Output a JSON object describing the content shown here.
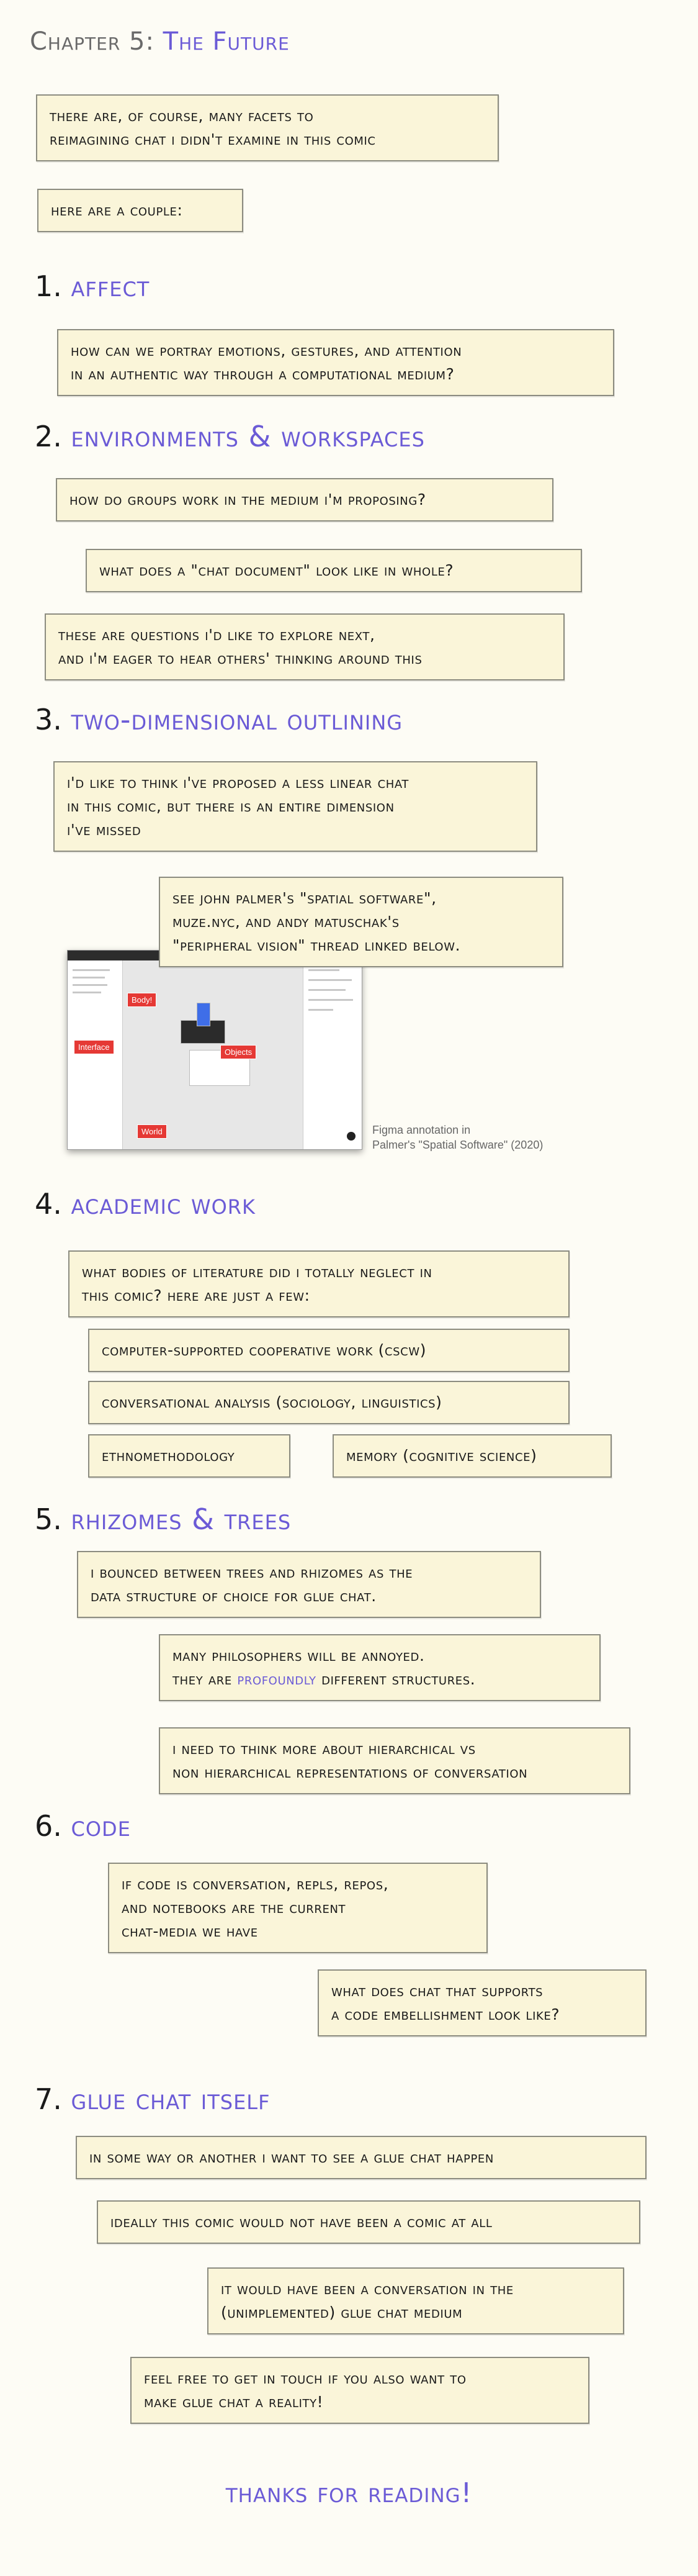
{
  "chapter": {
    "prefix": "Chapter 5:",
    "name": "The Future"
  },
  "intro": [
    "there are, of course, many facets to\nreimagining chat I didn't examine in this comic",
    "here are a couple:"
  ],
  "sections": [
    {
      "num": "1.",
      "name": "affect"
    },
    {
      "num": "2.",
      "name": "environments & workspaces"
    },
    {
      "num": "3.",
      "name": "two-dimensional outlining"
    },
    {
      "num": "4.",
      "name": "academic work"
    },
    {
      "num": "5.",
      "name": "rhizomes & trees"
    },
    {
      "num": "6.",
      "name": "code"
    },
    {
      "num": "7.",
      "name": "glue chat itself"
    }
  ],
  "affect": [
    "how can we portray emotions, gestures, and attention\nin an authentic way through a computational medium?"
  ],
  "environments": [
    "how do groups work in the medium I'm proposing?",
    "what does a \"chat document\" look like in whole?",
    "these are questions I'd like to explore next,\nand I'm eager to hear others' thinking around this"
  ],
  "outlining": [
    "I'd like to think I've proposed a less linear chat\nin this comic, but there is an entire dimension\nI've missed",
    "see John Palmer's \"spatial software\",\nmuze.nyc, and Andy Matuschak's\n\"peripheral vision\" thread linked below."
  ],
  "figure": {
    "tags": [
      "Body!",
      "Interface",
      "Objects",
      "World"
    ],
    "caption": "Figma annotation in\nPalmer's \"Spatial Software\" (2020)"
  },
  "academic": [
    "what bodies of literature did I totally neglect in\nthis comic? here are just a few:",
    "Computer-supported cooperative work (CSCW)",
    "Conversational analysis (sociology, linguistics)",
    "ethnomethodology",
    "Memory (cognitive science)"
  ],
  "rhizomes": {
    "b1": "I bounced between trees and rhizomes as the\ndata structure of choice for glue chat.",
    "b2_pre": "many philosophers will be annoyed.\nthey are ",
    "b2_hl": "profoundly",
    "b2_post": " different structures.",
    "b3": "I need to think more about hierarchical vs\nnon hierarchical representations of conversation"
  },
  "code": [
    "if code is conversation, REPLs, repos,\nand notebooks are the current\nchat-media we have",
    "what does chat that supports\na code embellishment look like?"
  ],
  "glue": [
    "in some way or another I want to see a glue chat happen",
    "ideally this comic would not have been a comic at all",
    "it would have been a conversation in the\n(unimplemented) glue chat medium",
    "feel free to get in touch if you also want to\nmake glue chat a reality!"
  ],
  "thanks": "thanks for reading!",
  "colors": {
    "accent": "#6b5bd6",
    "box_bg": "#faf5d9",
    "box_border": "#8c8c80",
    "tag_red": "#e53935"
  }
}
